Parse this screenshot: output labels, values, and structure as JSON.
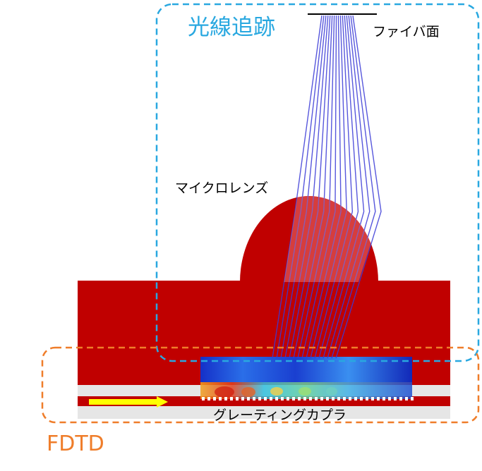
{
  "labels": {
    "ray_tracing": "光線追跡",
    "fiber_surface": "ファイバ面",
    "microlens": "マイクロレンズ",
    "grating_coupler": "グレーティングカプラ",
    "fdtd": "FDTD"
  },
  "colors": {
    "ray_tracing_box": "#29a8e0",
    "fdtd_box": "#ef7d2a",
    "cladding": "#c00000",
    "waveguide_layer": "#e6e6e6",
    "rays": "#3a3ad6",
    "arrow": "#ffff00"
  },
  "ray_count": 16
}
